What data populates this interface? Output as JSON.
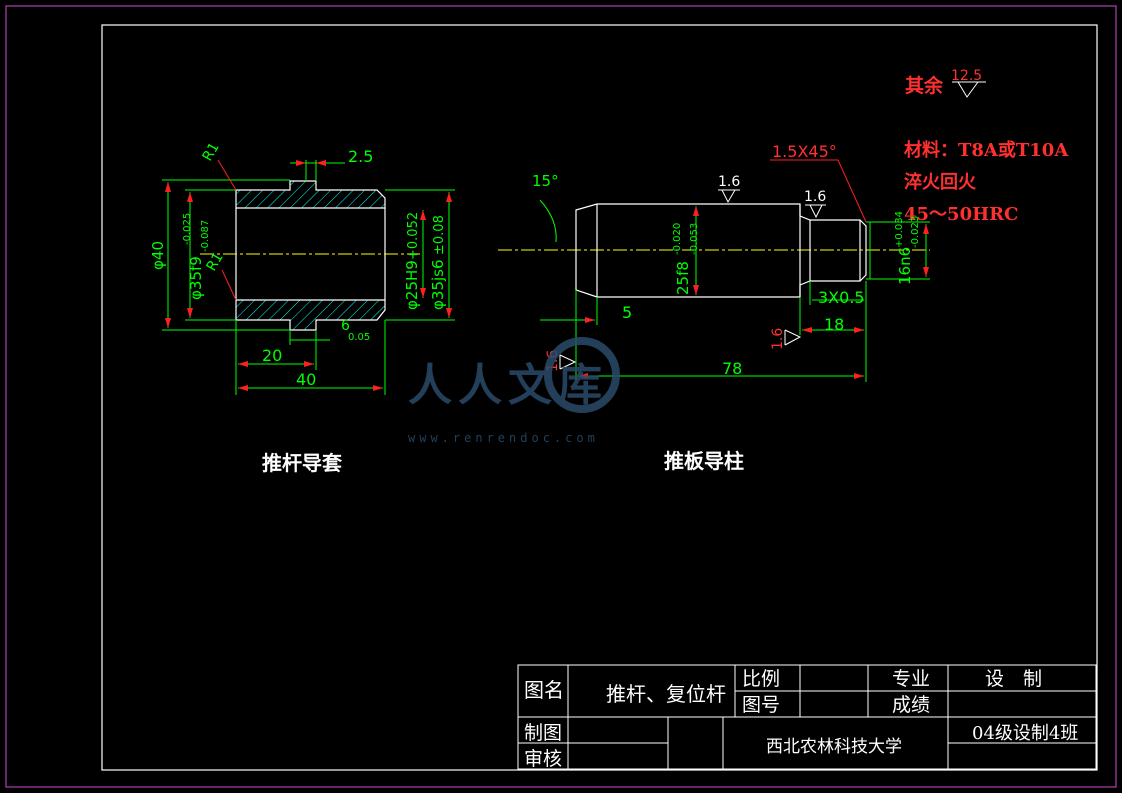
{
  "colors": {
    "background": "#000000",
    "outline": "#ffffff",
    "dimension": "#00ff00",
    "leader": "#ff0000",
    "hatch": "#00ffff",
    "border": "#b040b0",
    "centerline": "#ffff00",
    "watermark": "#2a4a6a"
  },
  "notes": {
    "other_roughness_label": "其余",
    "other_roughness_value": "12.5",
    "material": "材料：T8A或T10A",
    "heat_treatment": "淬火回火",
    "hardness": "45～50HRC"
  },
  "part_left": {
    "name": "推杆导套",
    "dims": {
      "r1_top": "R1",
      "r1_mid": "R1",
      "groove": "2.5",
      "od": "φ40",
      "od2": "φ35f9",
      "od2_tol_upper": "-0.025",
      "od2_tol_lower": "-0.087",
      "bore": "φ25H9",
      "bore_tol": "+0.052",
      "od3": "φ35js6",
      "od3_tol": "±0.08",
      "flange": "6",
      "flange_tol": "0.05",
      "len_20": "20",
      "len_40": "40"
    }
  },
  "part_right": {
    "name": "推板导柱",
    "dims": {
      "angle": "15°",
      "chamfer": "1.5X45°",
      "ra_a": "1.6",
      "ra_b": "1.6",
      "ra_c": "1.6",
      "ra_d": "1.6",
      "d_main": "25f8",
      "d_main_tol_upper": "-0.020",
      "d_main_tol_lower": "-0.053",
      "d_end": "16n6",
      "d_end_tol_upper": "+0.034",
      "d_end_tol_lower": "-0.023",
      "len_5": "5",
      "undercut": "3X0.5",
      "len_18": "18",
      "len_78": "78"
    }
  },
  "title_block": {
    "drawing_name_label": "图名",
    "drawing_name": "推杆、复位杆",
    "scale_label": "比例",
    "drawing_no_label": "图号",
    "major_label": "专业",
    "grade_label": "成绩",
    "design_label": "设　制",
    "drawn_by_label": "制图",
    "reviewed_by_label": "审核",
    "school": "西北农林科技大学",
    "class": "04级设制4班"
  },
  "watermark": {
    "brand": "人人文库",
    "url": "www.renrendoc.com"
  }
}
